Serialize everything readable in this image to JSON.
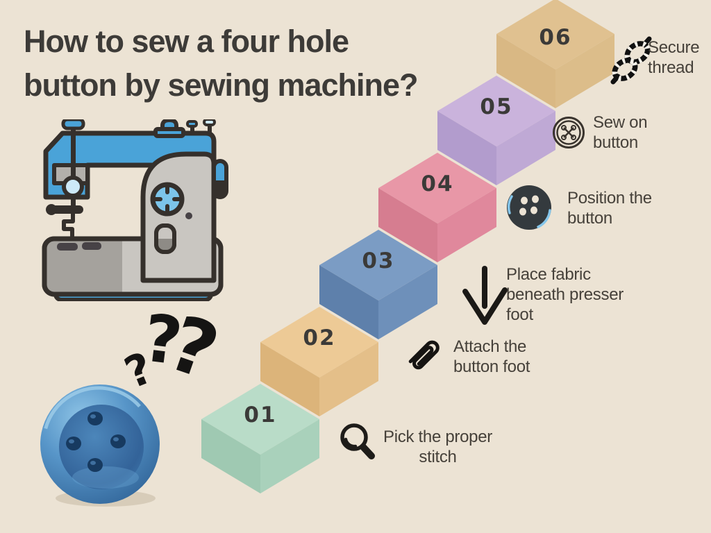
{
  "palette": {
    "background": "#ece3d4",
    "title_text": "#3d3b38",
    "label_text": "#46413a",
    "step_number": "#3b3a38",
    "machine_blue": "#4aa3d8",
    "machine_gray": "#c9c6c1",
    "outline_dark": "#35302c",
    "button_photo_blue": "#4d89bd",
    "icon_black": "#1e1c19"
  },
  "title": {
    "lines": [
      "How to sew a four hole",
      "button by sewing machine?"
    ]
  },
  "decor": {
    "question_marks": [
      "?",
      "?",
      "?"
    ],
    "sewing_machine_alt": "sewing machine illustration",
    "button_photo_alt": "blue four-hole button photo"
  },
  "steps": [
    {
      "number": "01",
      "label_lines": [
        "Pick the proper",
        "stitch"
      ],
      "icon": "magnifier-icon",
      "colors": {
        "top": "#b9dcc8",
        "left": "#9fc9b2",
        "right": "#a9d1bb"
      }
    },
    {
      "number": "02",
      "label_lines": [
        "Attach the",
        "button foot"
      ],
      "icon": "paperclip-icon",
      "colors": {
        "top": "#edca96",
        "left": "#dcb47a",
        "right": "#e4bf89"
      }
    },
    {
      "number": "03",
      "label_lines": [
        "Place fabric",
        "beneath presser",
        "foot"
      ],
      "icon": "down-arrow-icon",
      "colors": {
        "top": "#7b9cc4",
        "left": "#5e80ab",
        "right": "#6e90ba"
      }
    },
    {
      "number": "04",
      "label_lines": [
        "Position the",
        "button"
      ],
      "icon": "four-hole-button-icon",
      "colors": {
        "top": "#e897a7",
        "left": "#d67d90",
        "right": "#e0889c"
      }
    },
    {
      "number": "05",
      "label_lines": [
        "Sew on",
        "button"
      ],
      "icon": "button-outline-icon",
      "colors": {
        "top": "#cab3dc",
        "left": "#b29ccd",
        "right": "#bfa9d5"
      }
    },
    {
      "number": "06",
      "label_lines": [
        "Secure",
        "thread"
      ],
      "icon": "knot-icon",
      "colors": {
        "top": "#e0c190",
        "left": "#d9b884",
        "right": "#dcbd8a"
      }
    }
  ]
}
